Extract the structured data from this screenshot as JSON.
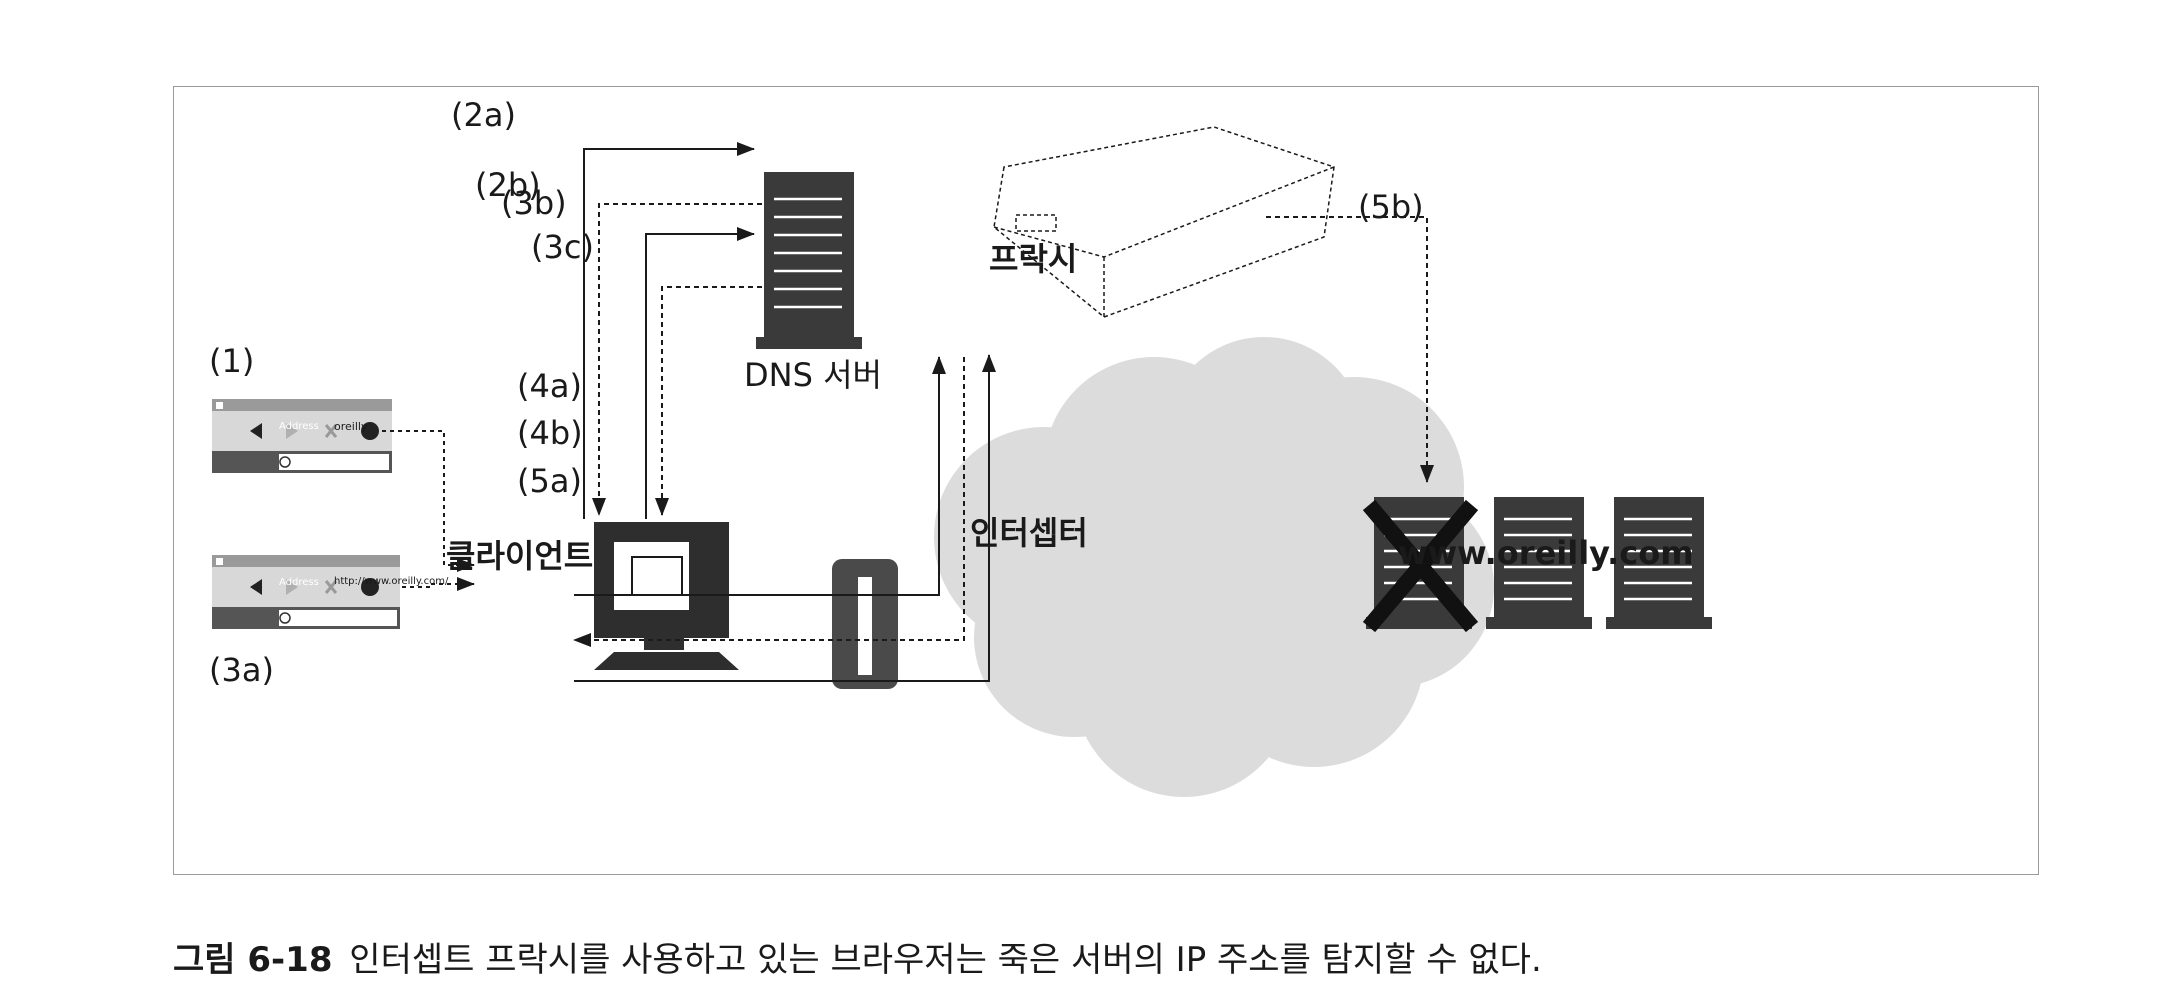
{
  "labels": {
    "step_2a": "(2a)",
    "step_2b": "(2b)",
    "step_3b": "(3b)",
    "step_3c": "(3c)",
    "step_1": "(1)",
    "step_3a": "(3a)",
    "step_4a": "(4a)",
    "step_4b": "(4b)",
    "step_5a": "(5a)",
    "step_5b": "(5b)",
    "dns_server": "DNS 서버",
    "proxy": "프락시",
    "client": "클라이언트",
    "intercepter": "인터셉터",
    "website": "www.oreilly.com"
  },
  "browsers": [
    {
      "address_label": "Address",
      "url": "oreilly"
    },
    {
      "address_label": "Address",
      "url": "http://www.oreilly.com/"
    }
  ],
  "caption": {
    "number": "그림 6-18",
    "text": "인터셉트 프락시를 사용하고 있는 브라우저는 죽은 서버의 IP 주소를 탐지할 수 없다."
  }
}
